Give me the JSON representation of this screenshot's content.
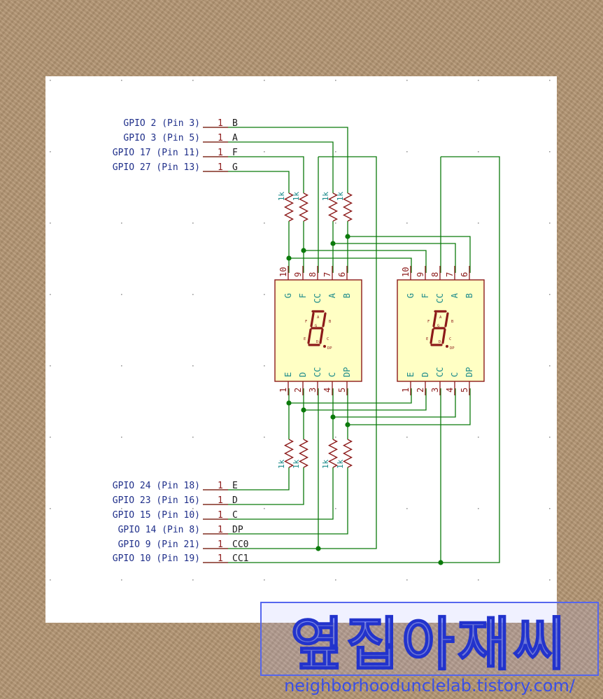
{
  "gpio_labels": [
    {
      "id": "gpio-2",
      "text": "GPIO 2 (Pin 3)",
      "pin": "1",
      "net": "B"
    },
    {
      "id": "gpio-3",
      "text": "GPIO 3 (Pin 5)",
      "pin": "1",
      "net": "A"
    },
    {
      "id": "gpio-17",
      "text": "GPIO 17 (Pin 11)",
      "pin": "1",
      "net": "F"
    },
    {
      "id": "gpio-27",
      "text": "GPIO 27 (Pin 13)",
      "pin": "1",
      "net": "G"
    },
    {
      "id": "gpio-24",
      "text": "GPIO 24 (Pin 18)",
      "pin": "1",
      "net": "E"
    },
    {
      "id": "gpio-23",
      "text": "GPIO 23 (Pin 16)",
      "pin": "1",
      "net": "D"
    },
    {
      "id": "gpio-15",
      "text": "GPIO 15 (Pin 10)",
      "pin": "1",
      "net": "C"
    },
    {
      "id": "gpio-14",
      "text": "GPIO 14 (Pin 8)",
      "pin": "1",
      "net": "DP"
    },
    {
      "id": "gpio-9",
      "text": "GPIO 9 (Pin 21)",
      "pin": "1",
      "net": "CC0"
    },
    {
      "id": "gpio-10",
      "text": "GPIO 10 (Pin 19)",
      "pin": "1",
      "net": "CC1"
    }
  ],
  "resistor_value": "1k",
  "display": {
    "top_pin_numbers": [
      "10",
      "9",
      "8",
      "7",
      "6"
    ],
    "top_pin_names": [
      "G",
      "F",
      "CC",
      "A",
      "B"
    ],
    "bottom_pin_numbers": [
      "1",
      "2",
      "3",
      "4",
      "5"
    ],
    "bottom_pin_names": [
      "E",
      "D",
      "CC",
      "C",
      "DP"
    ],
    "segment_letters": [
      "A",
      "B",
      "C",
      "D",
      "E",
      "F",
      "G",
      "DP"
    ]
  },
  "watermark": {
    "title": "옆집아재씨",
    "url": "neighborhoodunclelab.tistory.com/"
  },
  "colors": {
    "label": "#1f2f8a",
    "pin": "#8c1a1a",
    "wire": "#0b7a0b",
    "pin_name": "#1a8a8a",
    "body_fill": "#ffffc4",
    "segment": "#8c1a1a",
    "sheet": "#ffffff"
  }
}
